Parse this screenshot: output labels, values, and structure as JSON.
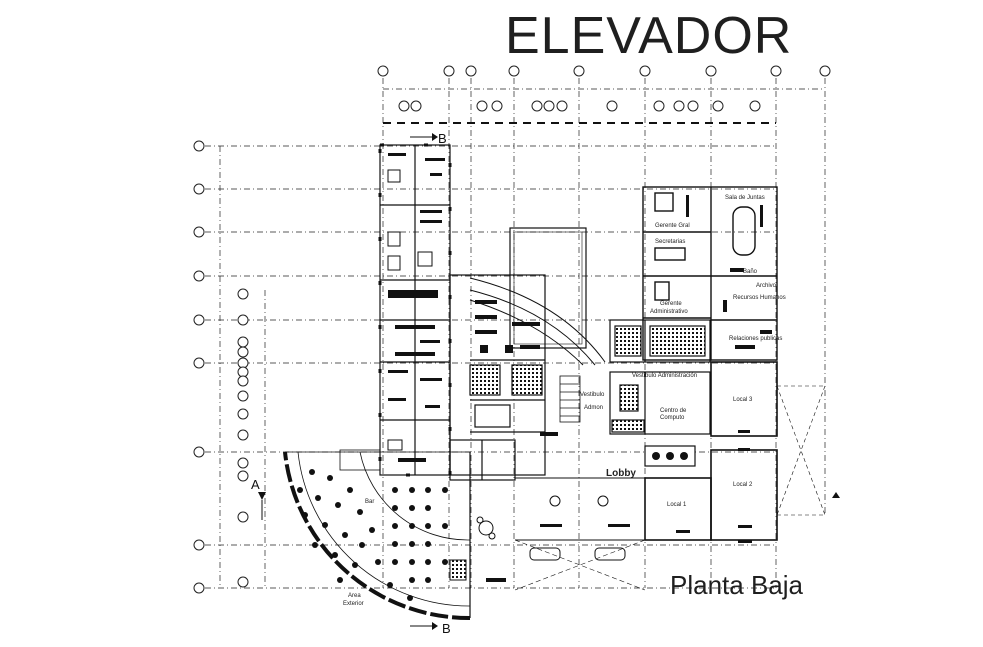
{
  "drawing": {
    "title": "ELEVADOR",
    "subtitle": "Planta Baja"
  },
  "section_marks": {
    "top": "B",
    "bottom": "B",
    "left": "A"
  },
  "rooms": {
    "sala_juntas": "Sala de Juntas",
    "gerente_gral": "Gerente Gral",
    "secretarias": "Secretarias",
    "bano": "Baño",
    "archivo": "Archivo",
    "recursos_humanos": "Recursos Humanos",
    "gerente_admin_1": "Gerente",
    "gerente_admin_2": "Administrativo",
    "relaciones_publicas": "Relaciones publicas",
    "vestibulo_admin": "Vestibulo Administración",
    "vestibulo": "Vestibulo",
    "admon": "Admon",
    "centro_computo_1": "Centro de",
    "centro_computo_2": "Computo",
    "local_3": "Local 3",
    "local_2": "Local 2",
    "local_1": "Local 1",
    "lobby": "Lobby",
    "bar": "Bar",
    "area_exterior_1": "Area",
    "area_exterior_2": "Exterior"
  }
}
